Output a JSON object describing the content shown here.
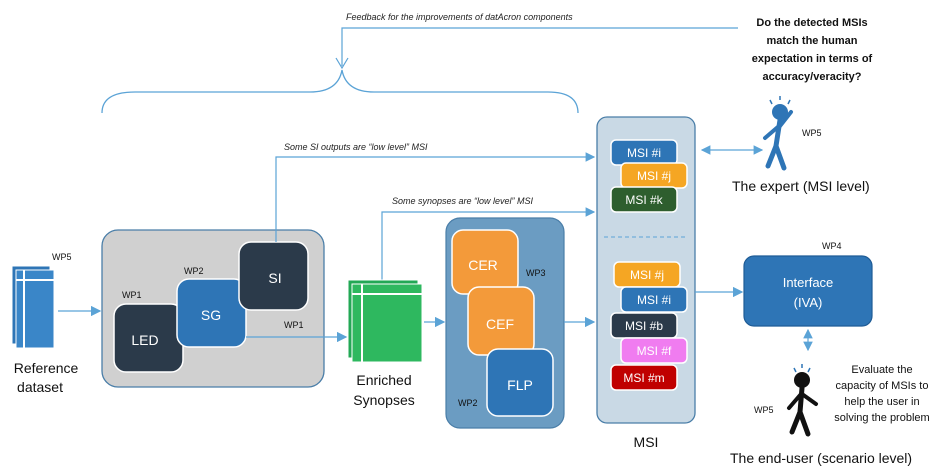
{
  "feedback": {
    "label": "Feedback for the improvements of datAcron components"
  },
  "question": {
    "lines": [
      "Do the detected MSIs",
      "match the human",
      "expectation in terms of",
      "accuracy/veracity?"
    ]
  },
  "notes": {
    "si_outputs": "Some SI outputs are “low level” MSI",
    "synopses": "Some synopses are “low level” MSI"
  },
  "reference": {
    "wp": "WP5",
    "label_line1": "Reference",
    "label_line2": "dataset"
  },
  "components": {
    "wp1_top": "WP1",
    "wp2_top": "WP2",
    "wp1_bottom": "WP1",
    "led": "LED",
    "sg": "SG",
    "si": "SI"
  },
  "enriched": {
    "label_line1": "Enriched",
    "label_line2": "Synopses"
  },
  "cef_group": {
    "cer": "CER",
    "cef": "CEF",
    "flp": "FLP",
    "wp3": "WP3",
    "wp2": "WP2"
  },
  "msi_panel": {
    "label": "MSI",
    "top": [
      {
        "text": "MSI  #i",
        "color": "#2E75B6"
      },
      {
        "text": "MSI  #j",
        "color": "#F5A623"
      },
      {
        "text": "MSI  #k",
        "color": "#2E5E2E"
      }
    ],
    "bottom": [
      {
        "text": "MSI  #j",
        "color": "#F5A623"
      },
      {
        "text": "MSI  #i",
        "color": "#2E75B6"
      },
      {
        "text": "MSI  #b",
        "color": "#2B3A4A"
      },
      {
        "text": "MSI  #f",
        "color": "#F07CF0"
      },
      {
        "text": "MSI  #m",
        "color": "#C00000"
      }
    ]
  },
  "expert": {
    "wp": "WP5",
    "label": "The expert (MSI level)"
  },
  "interface": {
    "wp": "WP4",
    "line1": "Interface",
    "line2": "(IVA)"
  },
  "enduser": {
    "wp": "WP5",
    "label": "The end-user (scenario level)",
    "eval_lines": [
      "Evaluate the",
      "capacity of MSIs to",
      "help the user in",
      "solving the problem"
    ]
  }
}
